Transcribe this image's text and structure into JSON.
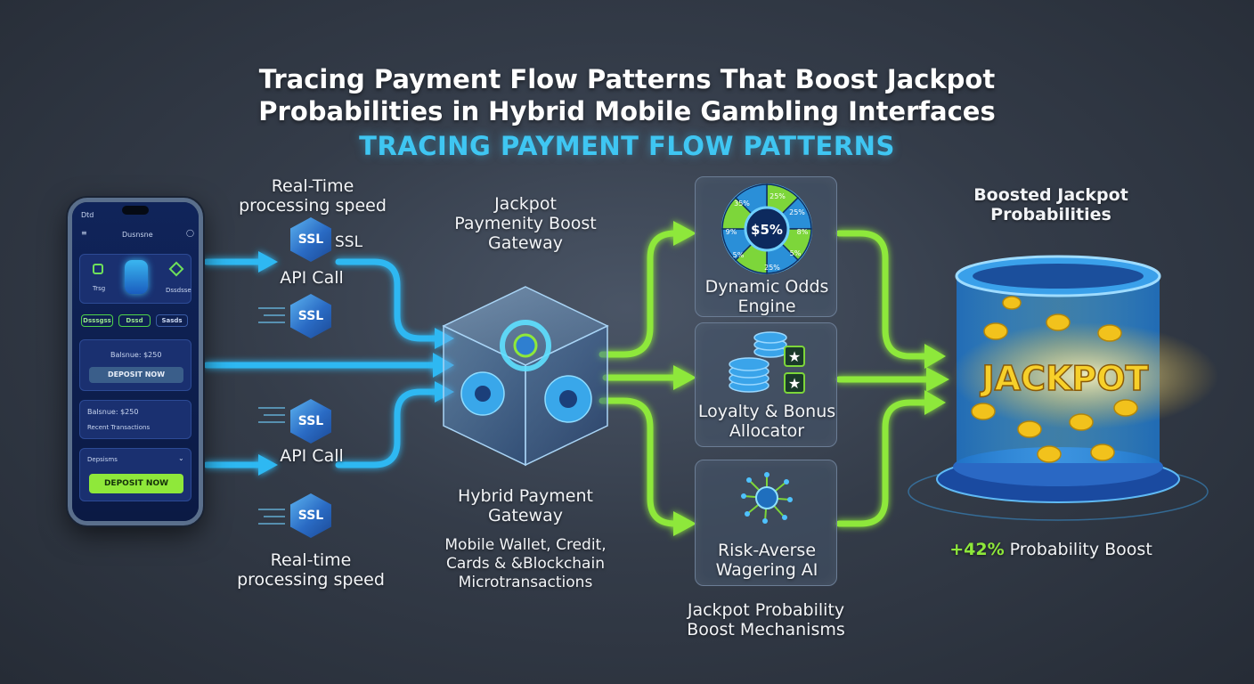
{
  "title_line1": "Tracing Payment Flow Patterns That Boost Jackpot",
  "title_line2": "Probabilities in Hybrid Mobile Gambling Interfaces",
  "subtitle": "TRACING PAYMENT FLOW PATTERNS",
  "phone": {
    "carrier": "Dtd",
    "header": "Dusnsne",
    "icon_left_label": "Trsg",
    "icon_right_label": "Dssdsse",
    "tabs": [
      "Dsssgss",
      "Dssd",
      "Sasds"
    ],
    "balance1": "Balsnue: $250",
    "deposit1": "DEPOSIT NOW",
    "balance2": "Balsnue: $250",
    "recent": "Recent Transactions",
    "dropdown": "Depsisms",
    "deposit2": "DEPOSIT NOW"
  },
  "left_flow": {
    "top_label_1": "Real-Time",
    "top_label_2": "processing speed",
    "ssl": "SSL",
    "ssl_side": "SSL",
    "api_call": "API Call",
    "bottom_label_1": "Real-time",
    "bottom_label_2": "processing speed"
  },
  "gateway": {
    "top_1": "Jackpot",
    "top_2": "Paymenity Boost",
    "top_3": "Gateway",
    "bottom_1": "Hybrid Payment",
    "bottom_2": "Gateway",
    "desc_1": "Mobile Wallet, Credit,",
    "desc_2": "Cards & &Blockchain",
    "desc_3": "Microtransactions"
  },
  "mechanisms": {
    "odds_center": "$5%",
    "odds_segments": [
      "25%",
      "25%",
      "8%",
      "5%",
      "25%",
      "5%",
      "9%",
      "35%"
    ],
    "odds_1": "Dynamic Odds",
    "odds_2": "Engine",
    "loyalty_1": "Loyalty & Bonus",
    "loyalty_2": "Allocator",
    "risk_1": "Risk-Averse",
    "risk_2": "Wagering AI",
    "caption_1": "Jackpot Probability",
    "caption_2": "Boost Mechanisms"
  },
  "jackpot": {
    "title_1": "Boosted Jackpot",
    "title_2": "Probabilities",
    "word": "JACKPOT",
    "boost_value": "+42%",
    "boost_text": " Probability Boost"
  },
  "colors": {
    "blue_flow": "#2fb8f2",
    "green_flow": "#8ee83a",
    "subtitle": "#3fc6f2",
    "gold": "#f2c21c"
  }
}
